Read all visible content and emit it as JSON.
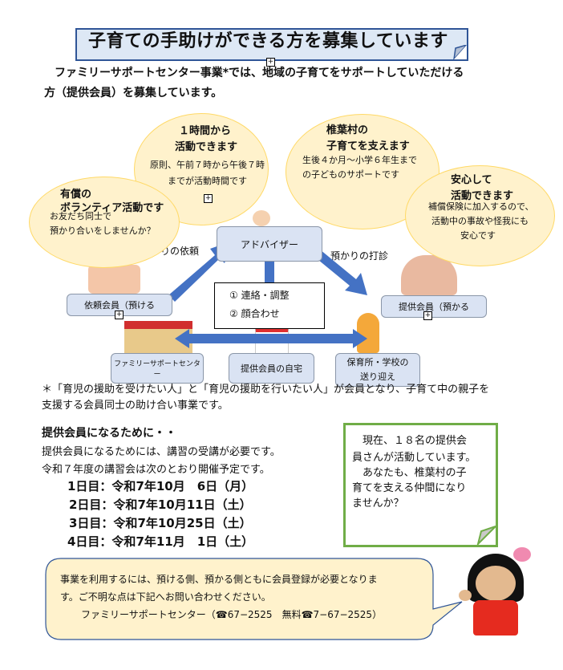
{
  "title": "子育ての手助けができる方を募集しています",
  "intro": {
    "line1": "ファミリーサポートセンター事業*では、地域の子育てをサポートしていただける",
    "line2": "方（提供会員）を募集しています。"
  },
  "bubbles": [
    {
      "head1": "１時間から",
      "head2": "活動できます",
      "body1": "原則、午前７時から午後７時",
      "body2": "までが活動時間です"
    },
    {
      "head1": "有償の",
      "head2": "ボランティア活動です",
      "body1": "お友だち同士で",
      "body2": "預かり合いをしませんか？"
    },
    {
      "head1": "椎葉村の",
      "head2": "子育てを支えます",
      "body1": "生後４か月〜小学６年生まで",
      "body2": "の子どものサポートです"
    },
    {
      "head1": "安心して",
      "head2": "活動できます",
      "body1": "補償保険に加入するので、",
      "body2": "活動中の事故や怪我にも",
      "body3": "安心です"
    }
  ],
  "diagram": {
    "adviser": "アドバイザー",
    "request_label": "りの依頼",
    "offer_label": "預かりの打診",
    "requester": "依頼会員（預ける",
    "provider": "提供会員（預かる",
    "step1": "① 連絡・調整",
    "step2": "② 顔合わせ",
    "center": "ファミリーサポートセンター",
    "home": "提供会員の自宅",
    "school1": "保育所・学校の",
    "school2": "送り迎え"
  },
  "footnote": {
    "line1": "＊「育児の援助を受けたい人」と「育児の援助を行いたい人」が会員となり、子育て中の親子を",
    "line2": "支援する会員同士の助け合い事業です。"
  },
  "requirements": {
    "heading": "提供会員になるために・・",
    "line1": "提供会員になるためには、講習の受講が必要です。",
    "line2": "令和７年度の講習会は次のとおり開催予定です。",
    "dates": [
      "1日目：令和7年10月　6日（月）",
      "2日目：令和7年10月11日（土）",
      "3日目：令和7年10月25日（土）",
      "4日目：令和7年11月　1日（土）"
    ]
  },
  "note": {
    "line1": "　現在、１８名の提供会",
    "line2": "員さんが活動しています。",
    "line3": "　あなたも、椎葉村の子",
    "line4": "育てを支える仲間になり",
    "line5": "ませんか？"
  },
  "contact": {
    "line1": "事業を利用するには、預ける側、預かる側ともに会員登録が必要となりま",
    "line2": "す。ご不明な点は下記へお問い合わせください。",
    "line3": "ファミリーサポートセンター（☎67−2525　無料☎7−67−2525）"
  },
  "colors": {
    "accent_blue": "#4472c4",
    "bubble": "#fff2cc",
    "note_border": "#70ad47"
  }
}
